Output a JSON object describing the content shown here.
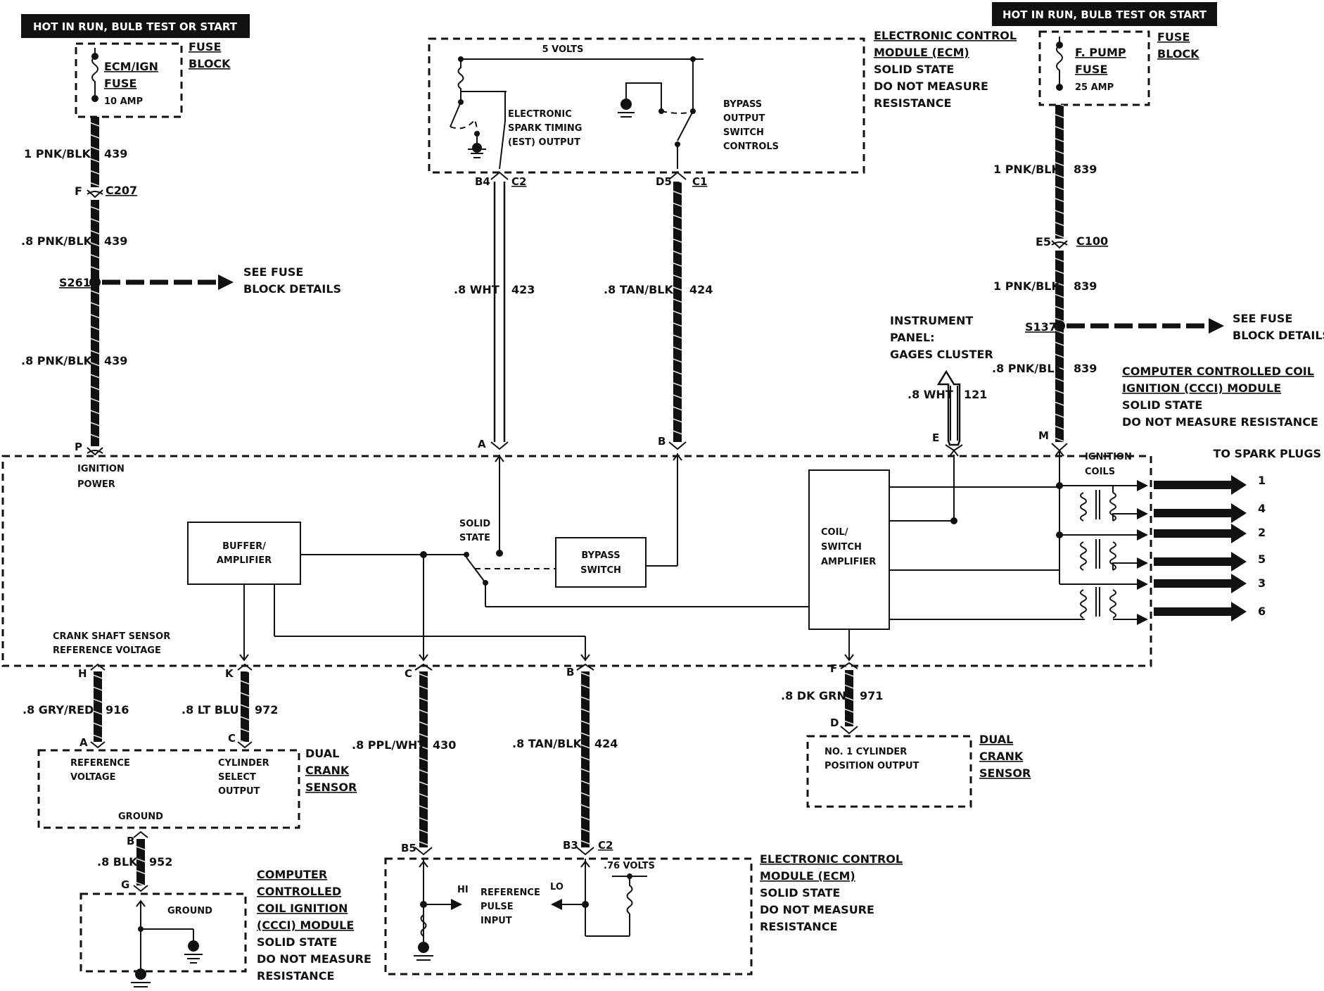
{
  "hot_labels": [
    "HOT IN RUN, BULB TEST OR START",
    "HOT IN RUN, BULB TEST OR START"
  ],
  "fuse_left": {
    "name_1": "ECM/IGN",
    "name_2": "FUSE",
    "amp": "10 AMP",
    "block_1": "FUSE",
    "block_2": "BLOCK"
  },
  "fuse_right": {
    "name_1": "F. PUMP",
    "name_2": "FUSE",
    "amp": "25 AMP",
    "block_1": "FUSE",
    "block_2": "BLOCK"
  },
  "ecm_top": {
    "title_lines": [
      "ELECTRONIC CONTROL",
      "MODULE (ECM)",
      "SOLID STATE",
      "DO NOT MEASURE",
      "RESISTANCE"
    ],
    "volts": "5 VOLTS",
    "est_lines": [
      "ELECTRONIC",
      "SPARK TIMING",
      "(EST) OUTPUT"
    ],
    "bypass_lines": [
      "BYPASS",
      "OUTPUT",
      "SWITCH",
      "CONTROLS"
    ]
  },
  "ecm_bottom": {
    "title_lines": [
      "ELECTRONIC CONTROL",
      "MODULE (ECM)",
      "SOLID STATE",
      "DO NOT MEASURE",
      "RESISTANCE"
    ],
    "volts": ".76 VOLTS",
    "hi": "HI",
    "lo": "LO",
    "ref_lines": [
      "REFERENCE",
      "PULSE",
      "INPUT"
    ]
  },
  "wires": {
    "left_1": {
      "size": "1 PNK/BLK",
      "circuit": "439"
    },
    "left_2": {
      "size": ".8 PNK/BLK",
      "circuit": "439"
    },
    "left_3": {
      "size": ".8 PNK/BLK",
      "circuit": "439"
    },
    "est": {
      "size": ".8 WHT",
      "circuit": "423"
    },
    "bypass": {
      "size": ".8 TAN/BLK",
      "circuit": "424"
    },
    "right_1": {
      "size": "1 PNK/BLK",
      "circuit": "839"
    },
    "right_2": {
      "size": "1 PNK/BLK",
      "circuit": "839"
    },
    "right_3": {
      "size": ".8 PNK/BLK",
      "circuit": "839"
    },
    "gages": {
      "size": ".8 WHT",
      "circuit": "121"
    },
    "ref_voltage": {
      "size": ".8 GRY/RED",
      "circuit": "916"
    },
    "cyl_select": {
      "size": ".8 LT BLU",
      "circuit": "972"
    },
    "ref_hi": {
      "size": ".8 PPL/WHT",
      "circuit": "430"
    },
    "ref_lo": {
      "size": ".8 TAN/BLK",
      "circuit": "424"
    },
    "no1_cyl": {
      "size": ".8 DK GRN",
      "circuit": "971"
    },
    "ground": {
      "size": ".8 BLK",
      "circuit": "952"
    }
  },
  "connectors": {
    "c207": "C207",
    "c207_pin": "F",
    "c100": "C100",
    "c100_pin": "E5",
    "c2_top": "C2",
    "b4": "B4",
    "c1_top": "C1",
    "d5": "D5",
    "c2_bottom": "C2",
    "b3": "B3",
    "b5": "B5"
  },
  "splices": {
    "s261": "S261",
    "s137": "S137"
  },
  "see_fuse": {
    "left_1": "SEE FUSE",
    "left_2": "BLOCK DETAILS",
    "right_1": "SEE FUSE",
    "right_2": "BLOCK DETAILS"
  },
  "instrument_panel": [
    "INSTRUMENT",
    "PANEL:",
    "GAGES CLUSTER"
  ],
  "ccci": {
    "title_lines": [
      "COMPUTER CONTROLLED COIL",
      "IGNITION (CCCI) MODULE",
      "SOLID STATE",
      "DO NOT MEASURE RESISTANCE"
    ],
    "pins": {
      "p": "P",
      "a": "A",
      "b": "B",
      "e": "E",
      "m": "M",
      "h": "H",
      "k": "K",
      "c": "C",
      "b2": "B",
      "f": "F"
    },
    "ignition_power": [
      "IGNITION",
      "POWER"
    ],
    "buffer": [
      "BUFFER/",
      "AMPLIFIER"
    ],
    "solid_state": [
      "SOLID",
      "STATE"
    ],
    "bypass_switch": [
      "BYPASS",
      "SWITCH"
    ],
    "coil_switch": [
      "COIL/",
      "SWITCH",
      "AMPLIFIER"
    ],
    "ignition_coils": [
      "IGNITION",
      "COILS"
    ],
    "crank_ref": [
      "CRANK SHAFT SENSOR",
      "REFERENCE VOLTAGE"
    ],
    "spark_plugs_title": "TO SPARK PLUGS",
    "spark_plugs": [
      "1",
      "4",
      "2",
      "5",
      "3",
      "6"
    ]
  },
  "dual_crank_left": {
    "pin_a": "A",
    "pin_c": "C",
    "pin_b": "B",
    "ref": [
      "REFERENCE",
      "VOLTAGE"
    ],
    "cyl": [
      "CYLINDER",
      "SELECT",
      "OUTPUT"
    ],
    "ground": "GROUND",
    "title": [
      "DUAL",
      "CRANK",
      "SENSOR"
    ]
  },
  "dual_crank_right": {
    "pin_d": "D",
    "text": [
      "NO. 1 CYLINDER",
      "POSITION OUTPUT"
    ],
    "title": [
      "DUAL",
      "CRANK",
      "SENSOR"
    ]
  },
  "ground_box": {
    "pin_g": "G",
    "label": "GROUND",
    "title_lines": [
      "COMPUTER",
      "CONTROLLED",
      "COIL IGNITION",
      "(CCCI) MODULE",
      "SOLID STATE",
      "DO NOT MEASURE",
      "RESISTANCE"
    ]
  }
}
